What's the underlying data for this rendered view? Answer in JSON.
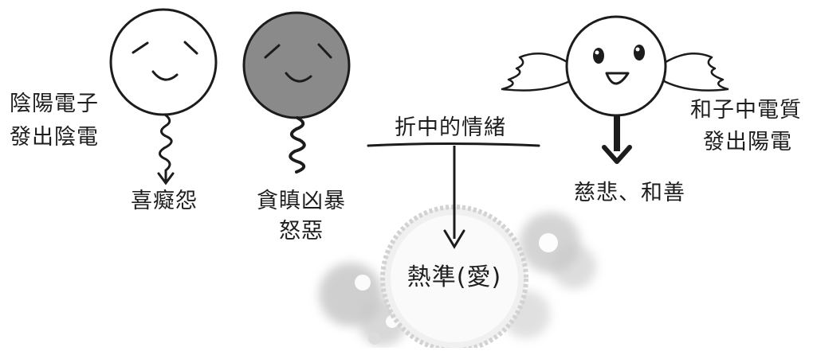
{
  "labels": {
    "negative_electron": [
      "陰陽電子",
      "發出陰電"
    ],
    "neutral_quality": [
      "和子中電質",
      "發出陽電"
    ],
    "white_result": "喜癡怨",
    "grey_result": [
      "貪瞋凶暴",
      "怒惡"
    ],
    "compromise": "折中的情緒",
    "angel_result": "慈悲、和善",
    "center": "熱準(愛)"
  }
}
